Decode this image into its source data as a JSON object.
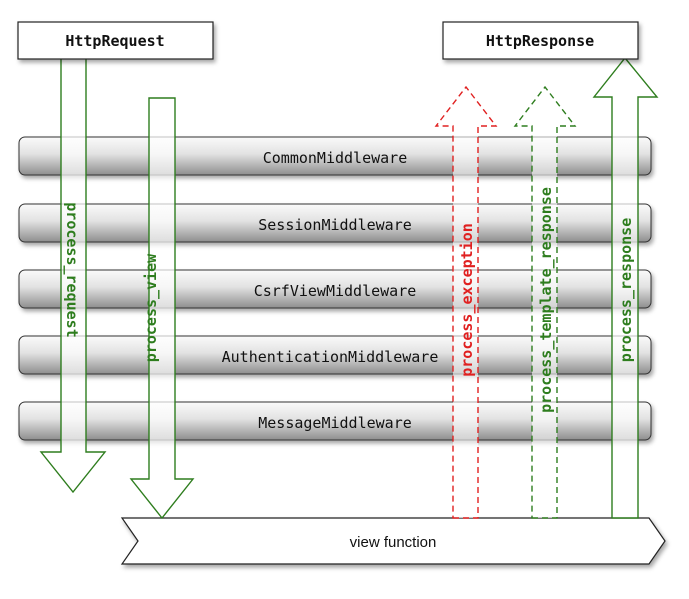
{
  "boxes": {
    "request": "HttpRequest",
    "response": "HttpResponse"
  },
  "middlewares": [
    "CommonMiddleware",
    "SessionMiddleware",
    "CsrfViewMiddleware",
    "AuthenticationMiddleware",
    "MessageMiddleware"
  ],
  "arrows": {
    "process_request": "process_request",
    "process_view": "process_view",
    "process_exception": "process_exception",
    "process_template_response": "process_template_response",
    "process_response": "process_response"
  },
  "view_function": "view function",
  "colors": {
    "green": "#2e7d1e",
    "red": "#e02020",
    "dark_green": "#1a6a12"
  }
}
